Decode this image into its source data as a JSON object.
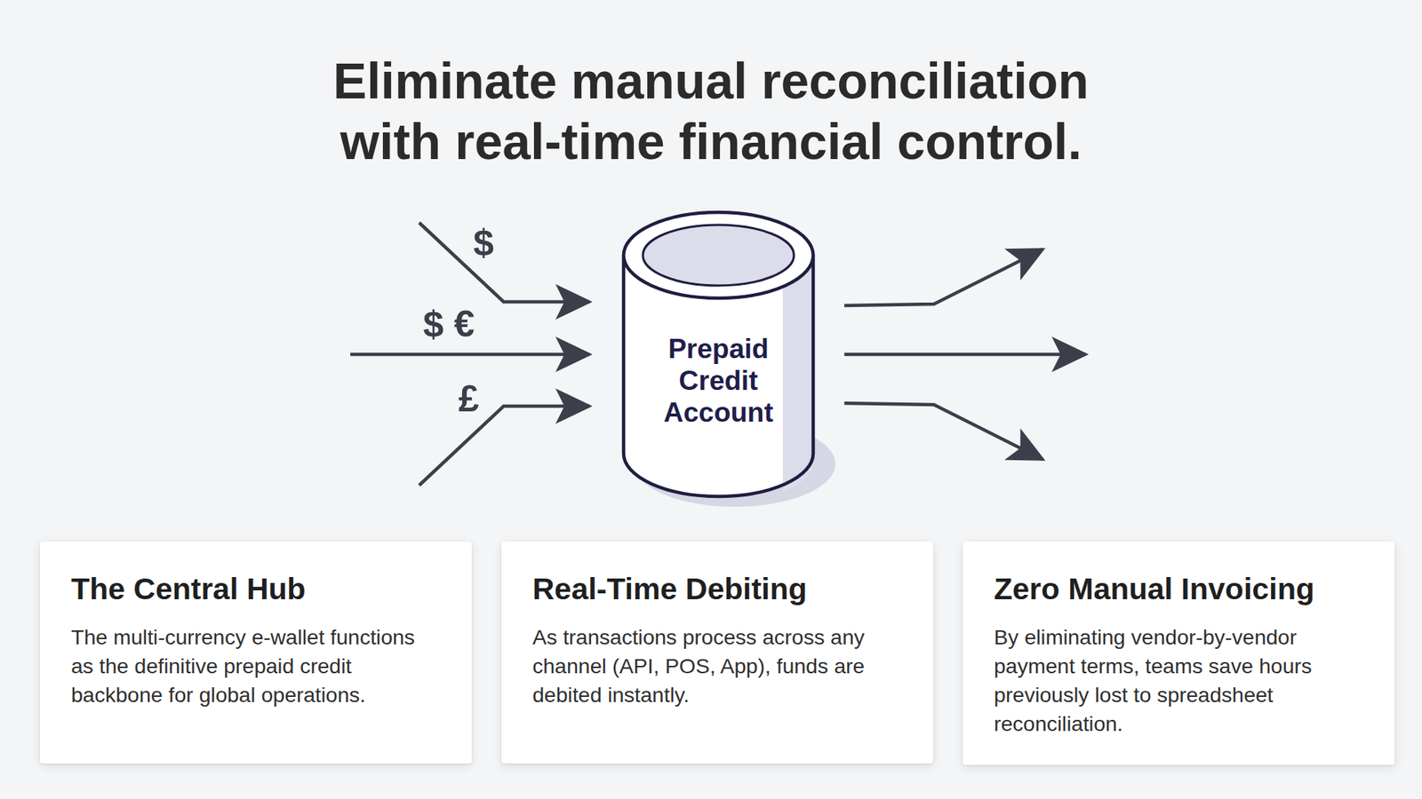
{
  "diagram": {
    "title": "Eliminate manual reconciliation with real-time financial control.",
    "nodes": [
      {
        "text": [
          "Prepaid Credit Account"
        ]
      },
      {
        "text": [
          "The Central Hub",
          "The multi-currency e-wallet functions as the definitive prepaid credit backbone for global operations."
        ]
      },
      {
        "text": [
          "Real-Time Debiting",
          "As transactions process across any channel (API, POS, App), funds are debited instantly."
        ]
      },
      {
        "text": [
          "Zero Manual Invoicing",
          "By eliminating vendor-by-vendor payment terms, teams save hours previously lost to spreadsheet reconciliation."
        ]
      }
    ],
    "labels": [
      "$",
      "$ €",
      "£"
    ]
  }
}
